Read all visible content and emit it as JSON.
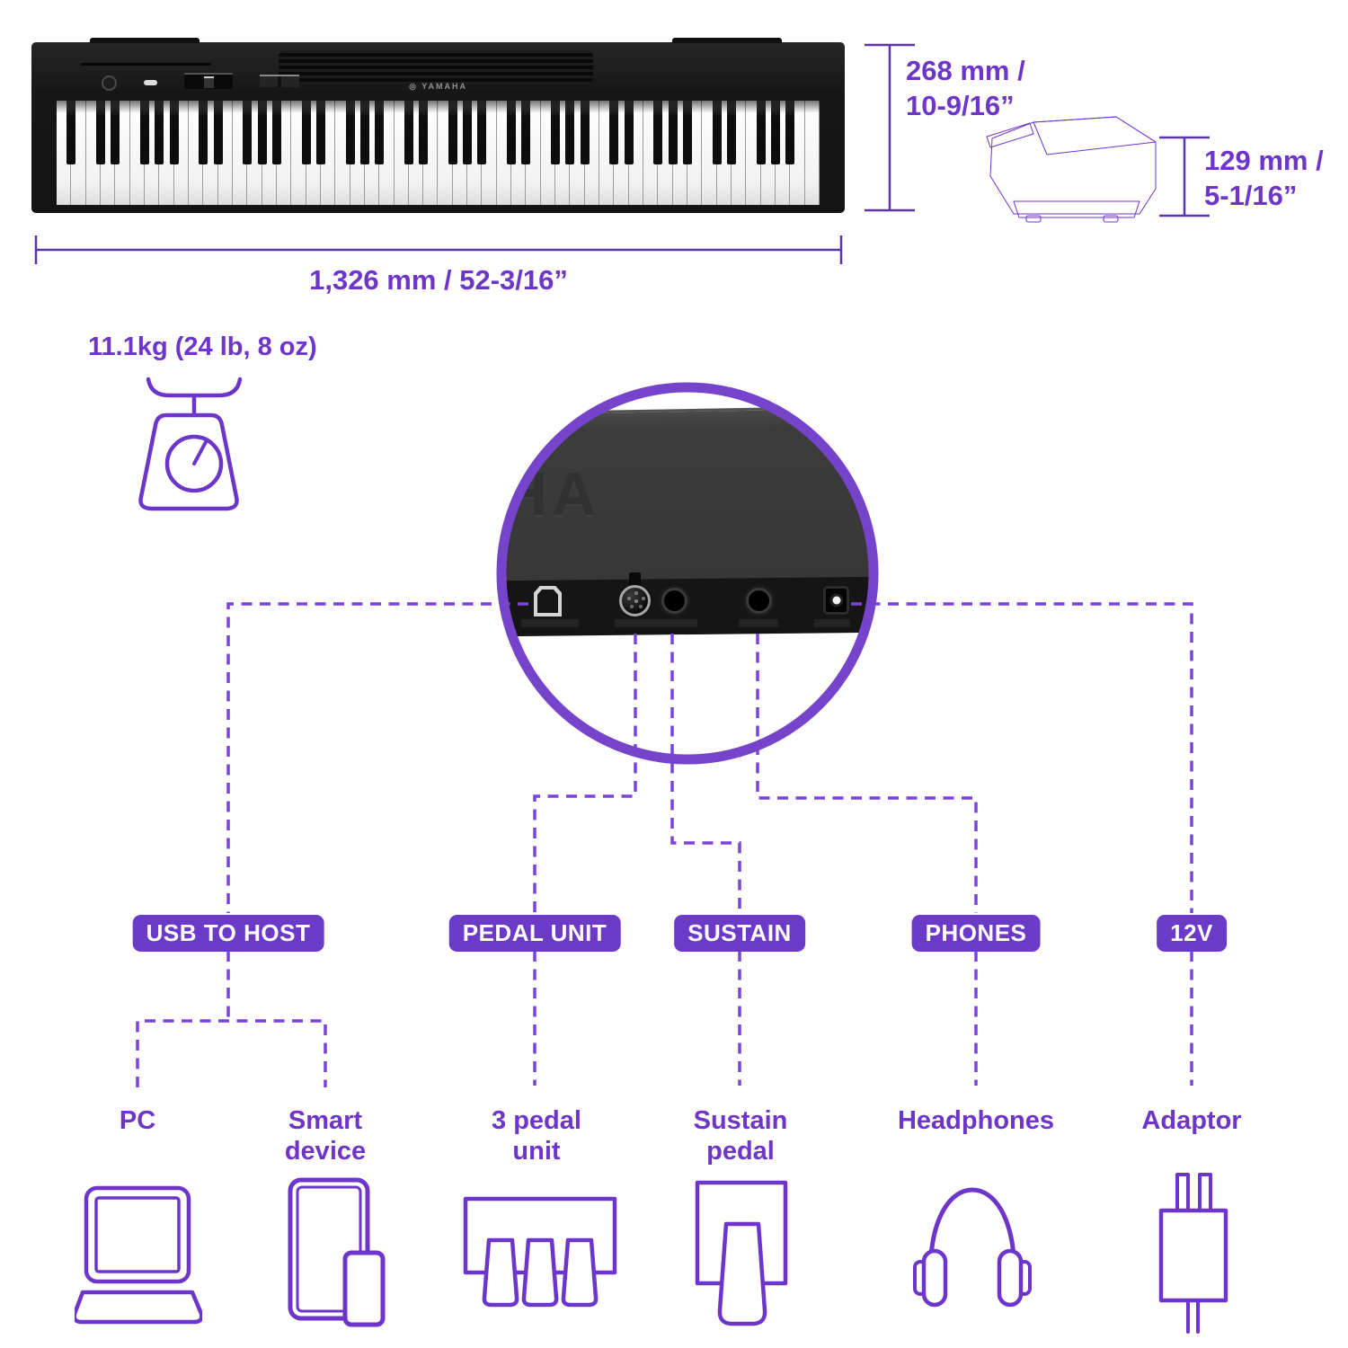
{
  "piano": {
    "brand": "YAMAHA",
    "logo_mark": "◎",
    "rear_panel_fragment": "HA"
  },
  "dimensions": {
    "height": {
      "line1": "268 mm /",
      "line2": "10-9/16”"
    },
    "depth": {
      "line1": "129 mm /",
      "line2": "5-1/16”"
    },
    "width": {
      "label": "1,326 mm / 52-3/16”"
    },
    "weight": {
      "label": "11.1kg (24 lb, 8 oz)"
    }
  },
  "ports": [
    {
      "label": "USB TO HOST",
      "devices": [
        "PC",
        "Smart device"
      ]
    },
    {
      "label": "PEDAL UNIT",
      "devices": [
        "3 pedal unit"
      ]
    },
    {
      "label": "SUSTAIN",
      "devices": [
        "Sustain pedal"
      ]
    },
    {
      "label": "PHONES",
      "devices": [
        "Headphones"
      ]
    },
    {
      "label": "12V",
      "devices": [
        "Adaptor"
      ]
    }
  ],
  "colors": {
    "accent_purple": "#6d35c9",
    "chip_background": "#6c3ac8",
    "ring_purple": "#7643cb",
    "dash_purple": "#7a44da",
    "dimension_line": "#5c35a8",
    "piano_black": "#161616"
  }
}
